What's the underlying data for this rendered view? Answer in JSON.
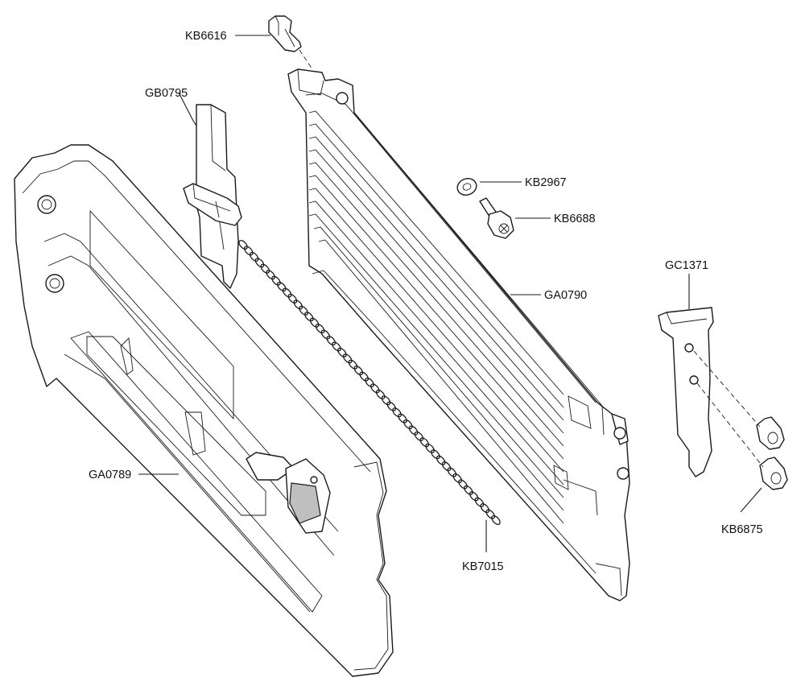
{
  "parts": {
    "kb6616": "KB6616",
    "gb0795": "GB0795",
    "kb2967": "KB2967",
    "kb6688": "KB6688",
    "gc1371": "GC1371",
    "ga0790": "GA0790",
    "ga0789": "GA0789",
    "kb7015": "KB7015",
    "kb6875": "KB6875"
  }
}
